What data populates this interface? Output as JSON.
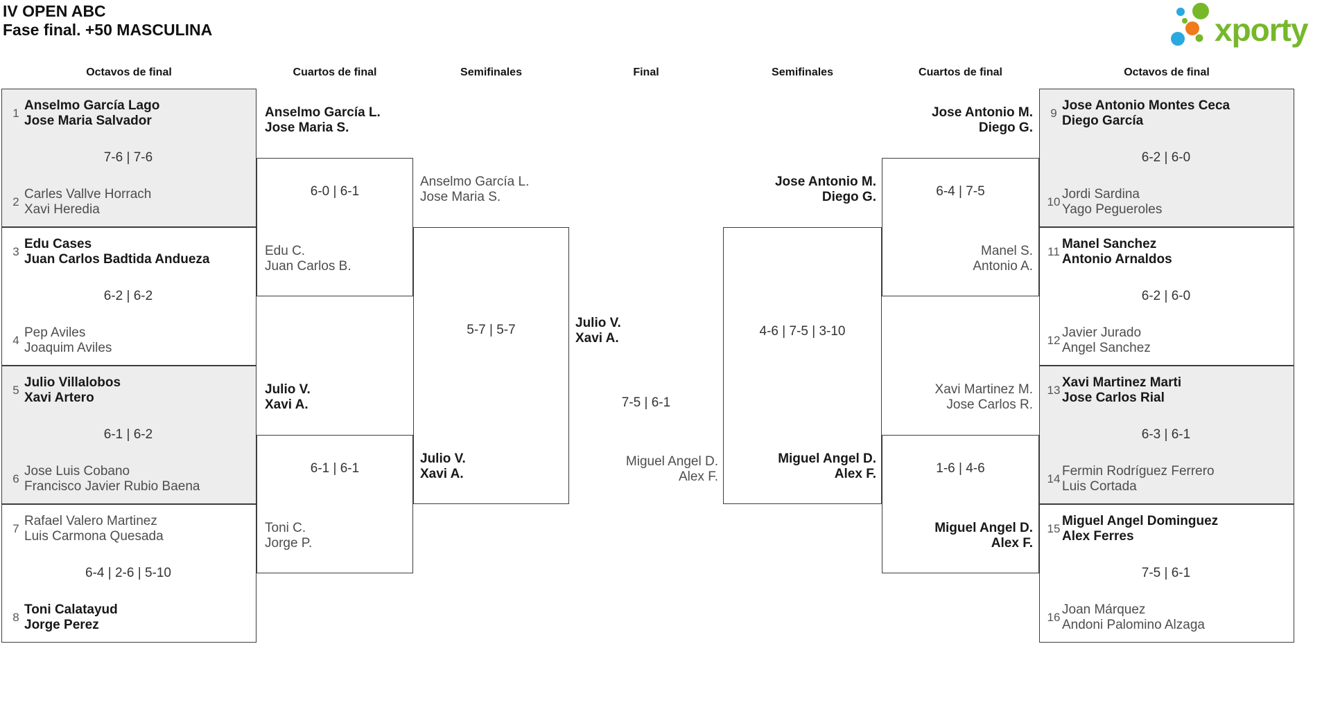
{
  "title": {
    "line1": "IV OPEN ABC",
    "line2": "Fase final. +50 MASCULINA"
  },
  "logo": {
    "text": "xporty",
    "colors": {
      "green": "#76b82a",
      "blue": "#2aa9e0",
      "orange": "#ee7b1c"
    }
  },
  "round_headers": [
    "Octavos de final",
    "Cuartos de final",
    "Semifinales",
    "Final",
    "Semifinales",
    "Cuartos de final",
    "Octavos de final"
  ],
  "bracket": {
    "r16_left": [
      {
        "top": {
          "seed": "1",
          "players": [
            "Anselmo García Lago",
            "Jose Maria Salvador"
          ],
          "winner": true
        },
        "score": "7-6 | 7-6",
        "bottom": {
          "seed": "2",
          "players": [
            "Carles Vallve Horrach",
            "Xavi Heredia"
          ],
          "winner": false
        }
      },
      {
        "top": {
          "seed": "3",
          "players": [
            "Edu Cases",
            "Juan Carlos Badtida Andueza"
          ],
          "winner": true
        },
        "score": "6-2 | 6-2",
        "bottom": {
          "seed": "4",
          "players": [
            "Pep Aviles",
            "Joaquim Aviles"
          ],
          "winner": false
        }
      },
      {
        "top": {
          "seed": "5",
          "players": [
            "Julio Villalobos",
            "Xavi Artero"
          ],
          "winner": true
        },
        "score": "6-1 | 6-2",
        "bottom": {
          "seed": "6",
          "players": [
            "Jose Luis Cobano",
            "Francisco Javier Rubio Baena"
          ],
          "winner": false
        }
      },
      {
        "top": {
          "seed": "7",
          "players": [
            "Rafael Valero Martinez",
            "Luis Carmona Quesada"
          ],
          "winner": false
        },
        "score": "6-4 | 2-6 | 5-10",
        "bottom": {
          "seed": "8",
          "players": [
            "Toni Calatayud",
            "Jorge Perez"
          ],
          "winner": true
        }
      }
    ],
    "qf_left": [
      {
        "top": {
          "players": [
            "Anselmo García L.",
            "Jose Maria S."
          ],
          "winner": true
        },
        "score": "6-0 | 6-1",
        "bottom": {
          "players": [
            "Edu C.",
            "Juan Carlos B."
          ],
          "winner": false
        }
      },
      {
        "top": {
          "players": [
            "Julio V.",
            "Xavi A."
          ],
          "winner": true
        },
        "score": "6-1 | 6-1",
        "bottom": {
          "players": [
            "Toni C.",
            "Jorge P."
          ],
          "winner": false
        }
      }
    ],
    "sf_left": {
      "top": {
        "players": [
          "Anselmo García L.",
          "Jose Maria S."
        ],
        "winner": false
      },
      "score": "5-7 | 5-7",
      "bottom": {
        "players": [
          "Julio V.",
          "Xavi A."
        ],
        "winner": true
      }
    },
    "final": {
      "top": {
        "players": [
          "Julio V.",
          "Xavi A."
        ],
        "winner": true
      },
      "score": "7-5 | 6-1",
      "bottom": {
        "players": [
          "Miguel Angel D.",
          "Alex F."
        ],
        "winner": false
      }
    },
    "sf_right": {
      "top": {
        "players": [
          "Jose Antonio M.",
          "Diego G."
        ],
        "winner": true
      },
      "score": "4-6 | 7-5 | 3-10",
      "bottom": {
        "players": [
          "Miguel Angel D.",
          "Alex F."
        ],
        "winner": true
      }
    },
    "qf_right": [
      {
        "top": {
          "players": [
            "Jose Antonio M.",
            "Diego G."
          ],
          "winner": true
        },
        "score": "6-4 | 7-5",
        "bottom": {
          "players": [
            "Manel S.",
            "Antonio A."
          ],
          "winner": false
        }
      },
      {
        "top": {
          "players": [
            "Xavi Martinez M.",
            "Jose Carlos R."
          ],
          "winner": false
        },
        "score": "1-6 | 4-6",
        "bottom": {
          "players": [
            "Miguel Angel D.",
            "Alex F."
          ],
          "winner": true
        }
      }
    ],
    "r16_right": [
      {
        "top": {
          "seed": "9",
          "players": [
            "Jose Antonio Montes Ceca",
            "Diego García"
          ],
          "winner": true
        },
        "score": "6-2 | 6-0",
        "bottom": {
          "seed": "10",
          "players": [
            "Jordi Sardina",
            "Yago Pegueroles"
          ],
          "winner": false
        }
      },
      {
        "top": {
          "seed": "11",
          "players": [
            "Manel Sanchez",
            "Antonio Arnaldos"
          ],
          "winner": true
        },
        "score": "6-2 | 6-0",
        "bottom": {
          "seed": "12",
          "players": [
            "Javier Jurado",
            "Angel Sanchez"
          ],
          "winner": false
        }
      },
      {
        "top": {
          "seed": "13",
          "players": [
            "Xavi Martinez Marti",
            "Jose Carlos Rial"
          ],
          "winner": true
        },
        "score": "6-3 | 6-1",
        "bottom": {
          "seed": "14",
          "players": [
            "Fermin Rodríguez Ferrero",
            "Luis Cortada"
          ],
          "winner": false
        }
      },
      {
        "top": {
          "seed": "15",
          "players": [
            "Miguel Angel Dominguez",
            "Alex Ferres"
          ],
          "winner": true
        },
        "score": "7-5 | 6-1",
        "bottom": {
          "seed": "16",
          "players": [
            "Joan Márquez",
            "Andoni Palomino Alzaga"
          ],
          "winner": false
        }
      }
    ]
  }
}
